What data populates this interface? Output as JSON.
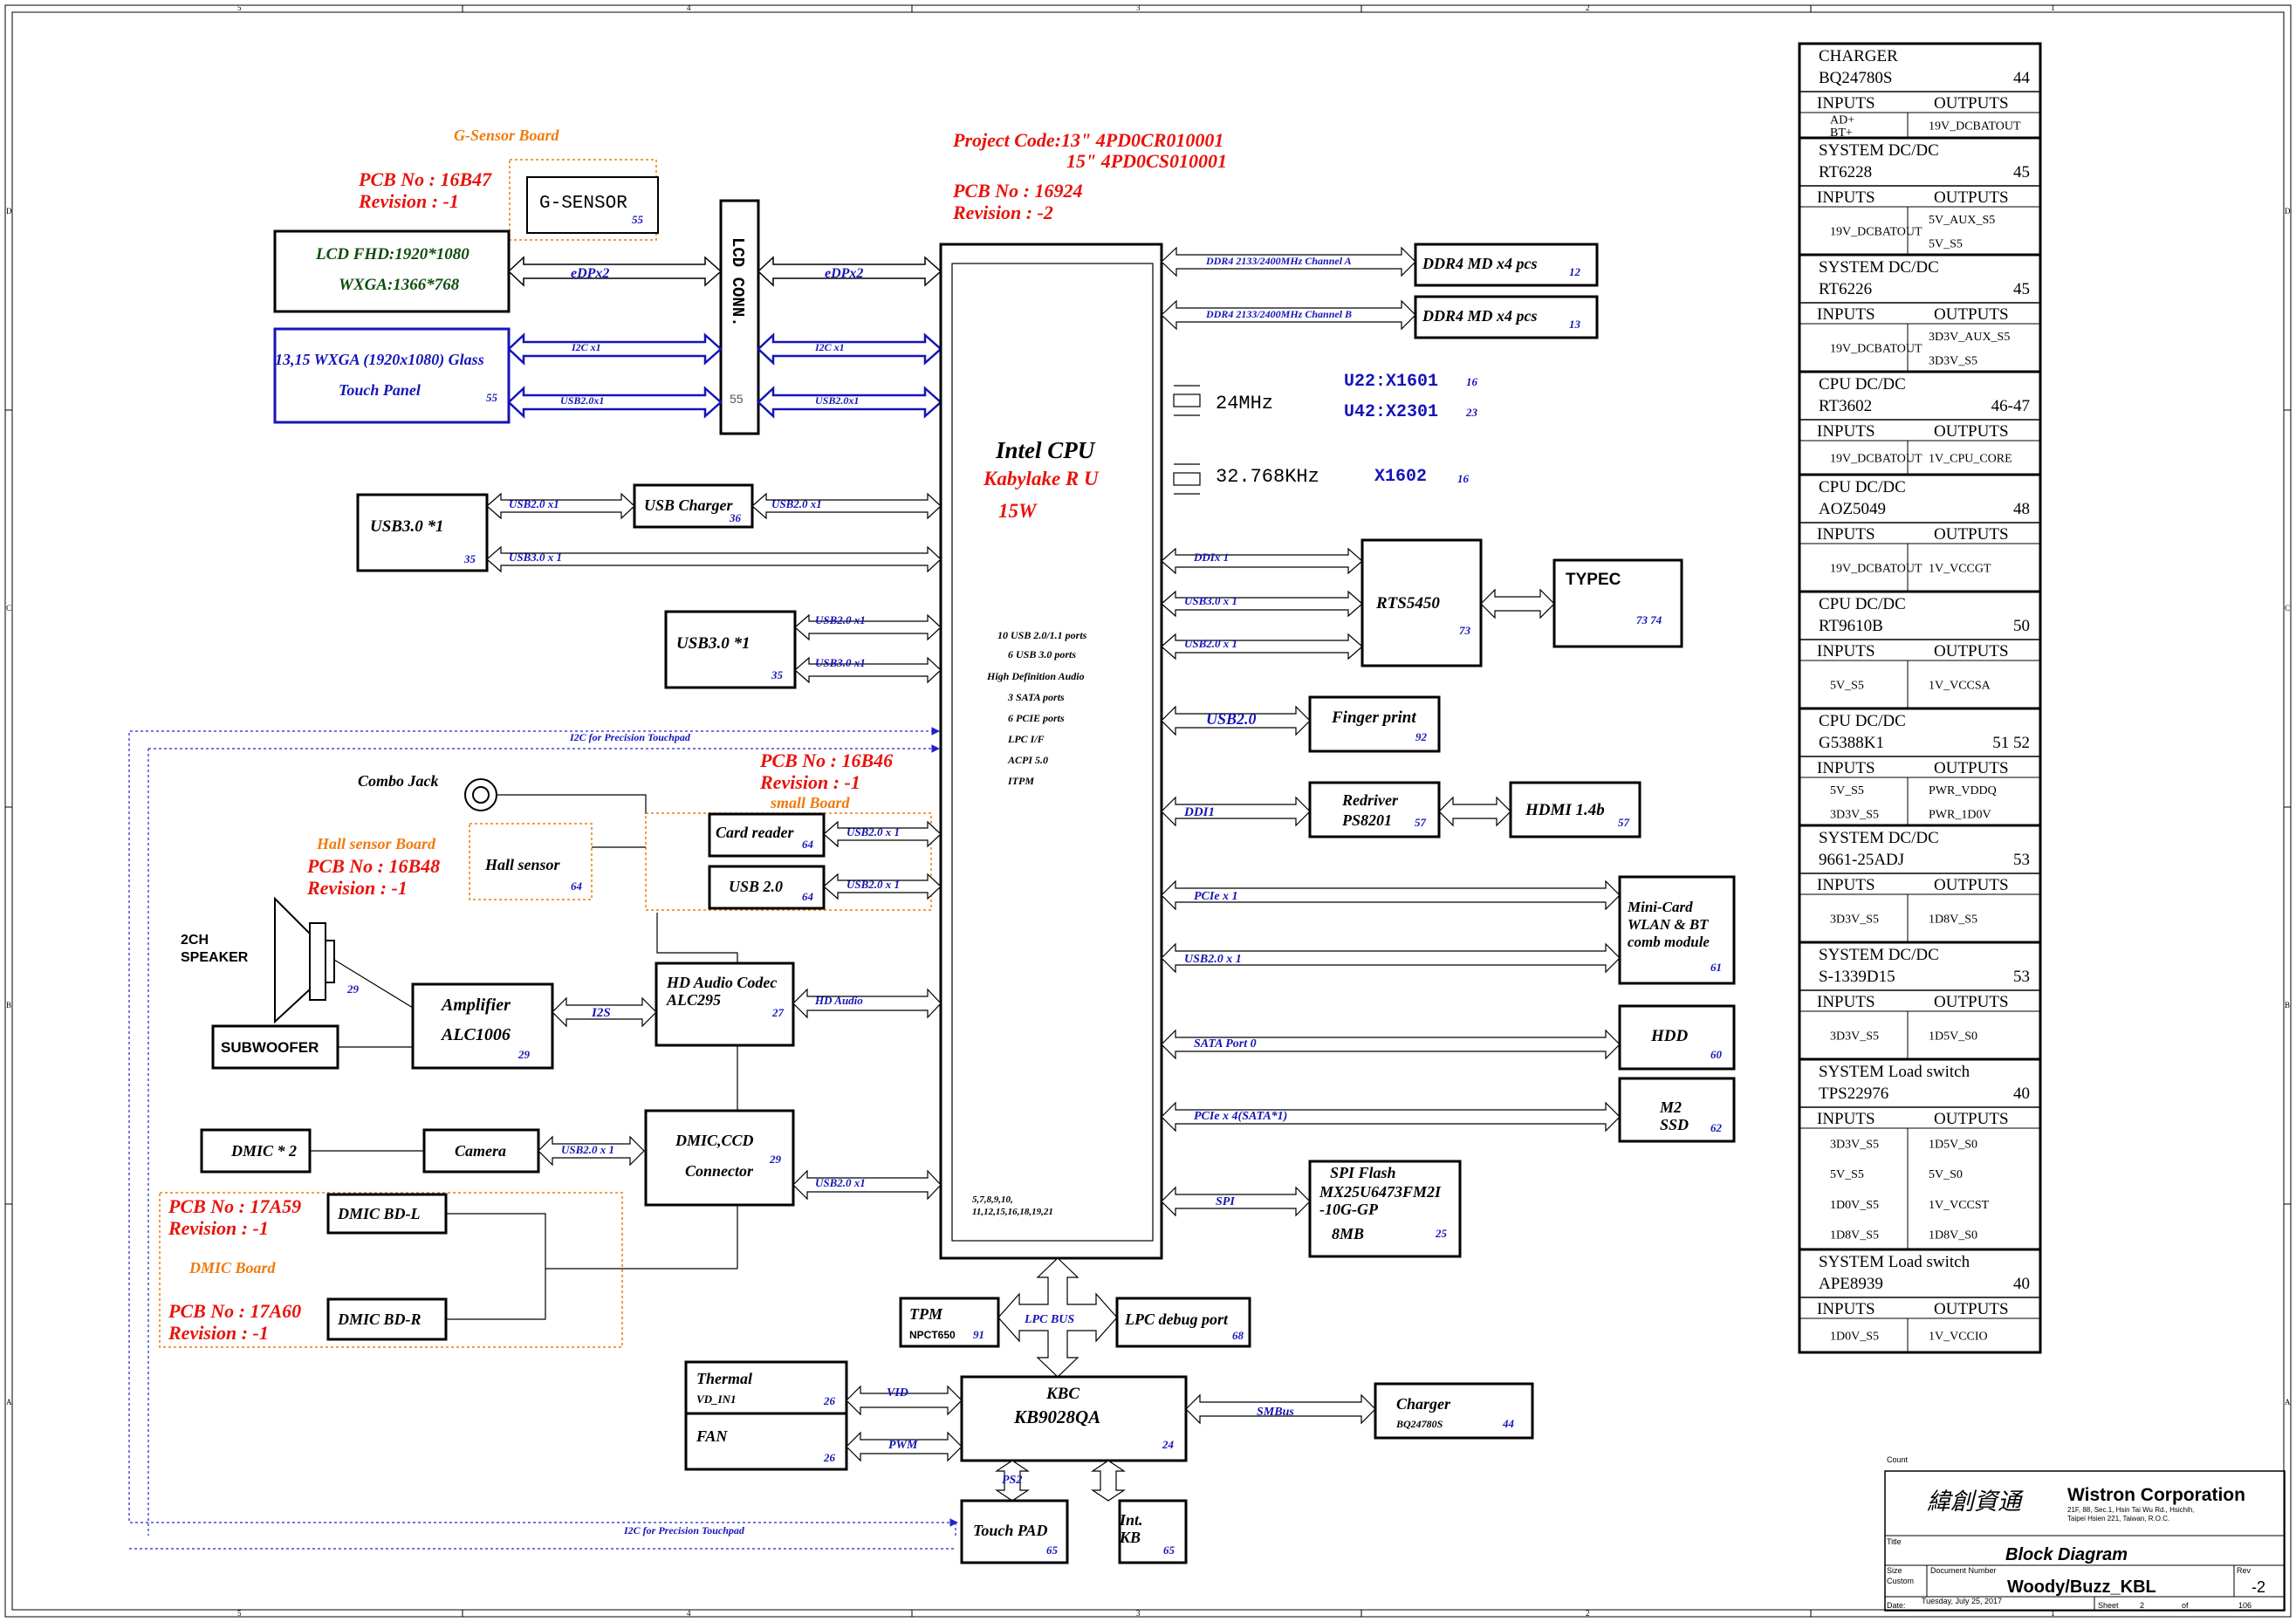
{
  "colors": {
    "red": "#e8130b",
    "orange": "#f07a0d",
    "blue": "#1515b8",
    "green": "#0d4d0d",
    "black": "#000000",
    "dash": "#2222cc"
  },
  "grid": {
    "top": [
      "5",
      "4",
      "3",
      "2",
      "1"
    ],
    "bottom": [
      "5",
      "4",
      "3",
      "2",
      "1"
    ],
    "left": [
      "D",
      "C",
      "B",
      "A"
    ],
    "right": [
      "D",
      "C",
      "B",
      "A"
    ]
  },
  "project": {
    "line1": "Project Code:13\"  4PD0CR010001",
    "line2": "15\"   4PD0CS010001",
    "pcb": "PCB  No : 16924",
    "rev": "Revision : -2"
  },
  "gsensor": {
    "board": "G-Sensor  Board",
    "pcb": "PCB  No : 16B47",
    "rev": "Revision :  -1",
    "chip": "G-SENSOR",
    "page": "55"
  },
  "lcd": {
    "line1": "LCD FHD:1920*1080",
    "line2": "WXGA:1366*768",
    "bus": "eDPx2"
  },
  "touch": {
    "line1": "13,15 WXGA (1920x1080) Glass",
    "line2": "Touch Panel",
    "page": "55",
    "i2c": "I2C x1",
    "usb": "USB2.0x1"
  },
  "lcdconn": {
    "label": "LCD CONN.",
    "page": "55"
  },
  "cpu": {
    "title": "Intel CPU",
    "sub": "Kabylake R U",
    "tdp": "15W",
    "features": [
      "10 USB 2.0/1.1 ports",
      "6 USB 3.0 ports",
      "High Definition Audio",
      "3 SATA ports",
      "6 PCIE ports",
      "LPC I/F",
      "ACPI 5.0",
      "ITPM"
    ],
    "pages1": "5,7,8,9,10,",
    "pages2": "11,12,15,16,18,19,21"
  },
  "ddr": {
    "ch_a": "DDR4  2133/2400MHz Channel A",
    "ch_b": "DDR4 2133/2400MHz Channel B",
    "mem_a": "DDR4 MD x4 pcs",
    "page_a": "12",
    "mem_b": "DDR4 MD x4 pcs",
    "page_b": "13"
  },
  "clocks": {
    "u22": "U22:X1601",
    "u22p": "16",
    "u42": "U42:X2301",
    "u42p": "23",
    "f24": "24MHz",
    "f32": "32.768KHz",
    "x1602": "X1602",
    "x1602p": "16"
  },
  "usb3a": {
    "label": "USB3.0 *1",
    "page": "35",
    "bus1": "USB2.0 x1",
    "bus2": "USB3.0 x 1"
  },
  "usbcharger": {
    "label": "USB Charger",
    "page": "36",
    "bus": "USB2.0 x1"
  },
  "usb3b": {
    "label": "USB3.0 *1",
    "page": "35",
    "bus1": "USB2.0 x1",
    "bus2": "USB3.0 x1"
  },
  "rts": {
    "label": "RTS5450",
    "page": "73",
    "ddi": "DDIx 1",
    "usb3": "USB3.0 x 1",
    "usb2": "USB2.0 x 1"
  },
  "typec": {
    "label": "TYPEC",
    "page": "73  74"
  },
  "finger": {
    "label": "Finger print",
    "page": "92",
    "bus": "USB2.0"
  },
  "redriver": {
    "line1": "Redriver",
    "line2": "PS8201",
    "page": "57",
    "bus": "DDI1"
  },
  "hdmi": {
    "label": "HDMI 1.4b",
    "page": "57"
  },
  "minicard": {
    "line1": "Mini-Card",
    "line2": "WLAN & BT",
    "line3": "comb module",
    "page": "61",
    "pcie": "PCIe x 1",
    "usb": "USB2.0 x 1"
  },
  "hdd": {
    "label": "HDD",
    "page": "60",
    "bus": "SATA Port 0"
  },
  "m2": {
    "line1": "M2",
    "line2": "SSD",
    "page": "62",
    "bus": "PCIe x 4(SATA*1)"
  },
  "spi": {
    "line1": "SPI Flash",
    "line2": "MX25U6473FM2I",
    "line3": "-10G-GP",
    "line4": "8MB",
    "page": "25",
    "bus": "SPI"
  },
  "i2c_pt": "I2C  for Precision Touchpad",
  "combo": {
    "label": "Combo Jack"
  },
  "small": {
    "pcb": "PCB  No : 16B46",
    "rev": "Revision : -1",
    "board": "small  Board"
  },
  "hall": {
    "board": "Hall sensor  Board",
    "pcb": "PCB  No : 16B48",
    "rev": "Revision : -1",
    "label": "Hall sensor",
    "page": "64"
  },
  "cardreader": {
    "label": "Card reader",
    "page": "64",
    "bus": "USB2.0 x 1"
  },
  "usb20": {
    "label": "USB 2.0",
    "page": "64",
    "bus": "USB2.0 x 1"
  },
  "speaker": {
    "line1": "2CH",
    "line2": "SPEAKER",
    "page": "29"
  },
  "subwoofer": {
    "label": "SUBWOOFER"
  },
  "amp": {
    "line1": "Amplifier",
    "line2": "ALC1006",
    "page": "29",
    "bus": "I2S"
  },
  "codec": {
    "line1": "HD Audio Codec",
    "line2": "ALC295",
    "page": "27",
    "bus": "HD Audio"
  },
  "dmic2": {
    "label": "DMIC * 2"
  },
  "camera": {
    "label": "Camera",
    "bus": "USB2.0 x 1"
  },
  "dmicccd": {
    "line1": "DMIC,CCD",
    "line2": "Connector",
    "page": "29",
    "bus": "USB2.0 x1"
  },
  "dmicboard": {
    "pcb_l": "PCB  No : 17A59",
    "rev_l": "Revision : -1",
    "bd_l": "DMIC BD-L",
    "board": "DMIC Board",
    "pcb_r": "PCB  No : 17A60",
    "rev_r": "Revision : -1",
    "bd_r": "DMIC BD-R"
  },
  "tpm": {
    "line1": "TPM",
    "line2": "NPCT650",
    "page": "91",
    "bus": "LPC BUS"
  },
  "lpcdebug": {
    "label": "LPC debug  port",
    "page": "68"
  },
  "thermal": {
    "line1": "Thermal",
    "line2": "VD_IN1",
    "page": "26",
    "bus": "VID"
  },
  "fan": {
    "label": "FAN",
    "page": "26",
    "bus": "PWM"
  },
  "kbc": {
    "line1": "KBC",
    "line2": "KB9028QA",
    "page": "24"
  },
  "charger": {
    "line1": "Charger",
    "line2": "BQ24780S",
    "page": "44",
    "bus": "SMBus"
  },
  "touchpad": {
    "label": "Touch PAD",
    "page": "65",
    "bus": "PS2"
  },
  "intkb": {
    "line1": "Int.",
    "line2": "KB",
    "page": "65"
  },
  "power": [
    {
      "t1": "CHARGER",
      "t2": "BQ24780S",
      "page": "44",
      "in": [
        "AD+",
        "BT+"
      ],
      "out": [
        "19V_DCBATOUT"
      ]
    },
    {
      "t1": "SYSTEM DC/DC",
      "t2": "RT6228",
      "page": "45",
      "in": [
        "19V_DCBATOUT"
      ],
      "out": [
        "5V_AUX_S5",
        "5V_S5"
      ]
    },
    {
      "t1": "SYSTEM DC/DC",
      "t2": "RT6226",
      "page": "45",
      "in": [
        "19V_DCBATOUT"
      ],
      "out": [
        "3D3V_AUX_S5",
        "3D3V_S5"
      ]
    },
    {
      "t1": "CPU  DC/DC",
      "t2": "RT3602",
      "page": "46-47",
      "in": [
        "19V_DCBATOUT"
      ],
      "out": [
        "1V_CPU_CORE"
      ]
    },
    {
      "t1": "CPU  DC/DC",
      "t2": "AOZ5049",
      "page": "48",
      "in": [
        "19V_DCBATOUT"
      ],
      "out": [
        "1V_VCCGT"
      ]
    },
    {
      "t1": "CPU DC/DC",
      "t2": "RT9610B",
      "page": "50",
      "in": [
        "5V_S5"
      ],
      "out": [
        "1V_VCCSA"
      ]
    },
    {
      "t1": "CPU DC/DC",
      "t2": "G5388K1",
      "page": "51  52",
      "in": [
        "5V_S5",
        "3D3V_S5"
      ],
      "out": [
        "PWR_VDDQ",
        "PWR_1D0V"
      ]
    },
    {
      "t1": "SYSTEM DC/DC",
      "t2": "9661-25ADJ",
      "page": "53",
      "in": [
        "3D3V_S5"
      ],
      "out": [
        "1D8V_S5"
      ]
    },
    {
      "t1": "SYSTEM  DC/DC",
      "t2": "S-1339D15",
      "page": "53",
      "in": [
        "3D3V_S5"
      ],
      "out": [
        "1D5V_S0"
      ]
    },
    {
      "t1": "SYSTEM  Load switch",
      "t2": "TPS22976",
      "page": "40",
      "in": [
        "3D3V_S5",
        "5V_S5",
        "1D0V_S5",
        "1D8V_S5"
      ],
      "out": [
        "1D5V_S0",
        "5V_S0",
        "1V_VCCST",
        "1D8V_S0"
      ]
    },
    {
      "t1": "SYSTEM  Load switch",
      "t2": "APE8939",
      "page": "40",
      "in": [
        "1D0V_S5"
      ],
      "out": [
        "1V_VCCIO"
      ]
    }
  ],
  "power_hdr": {
    "inputs": "INPUTS",
    "outputs": "OUTPUTS"
  },
  "title_block": {
    "count": "Count",
    "chinese": "緯創資通",
    "company": "Wistron Corporation",
    "addr1": "21F, 88, Sec.1, Hsin Tai Wu Rd., Hsichih,",
    "addr2": "Taipei Hsien 221, Taiwan, R.O.C.",
    "title_lbl": "Title",
    "title": "Block Diagram",
    "size_lbl": "Size",
    "size": "Custom",
    "docnum_lbl": "Document Number",
    "docnum": "Woody/Buzz_KBL",
    "rev_lbl": "Rev",
    "rev": "-2",
    "date_lbl": "Date:",
    "date": "Tuesday, July 25, 2017",
    "sheet_lbl": "Sheet",
    "sheet": "2",
    "of_lbl": "of",
    "of": "106"
  }
}
